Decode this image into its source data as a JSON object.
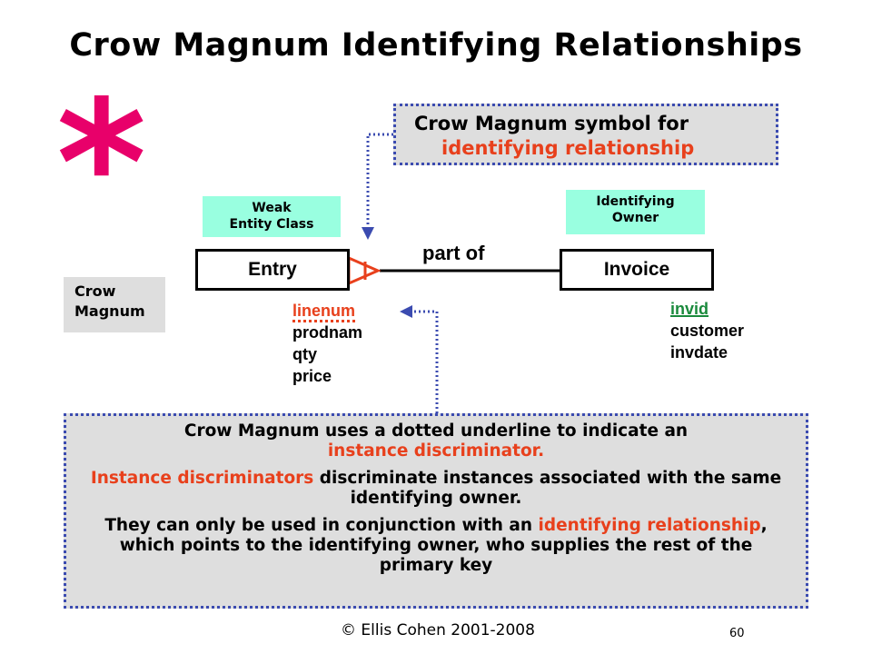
{
  "title": "Crow Magnum Identifying Relationships",
  "star_symbol": "*",
  "callout_top": {
    "line1": "Crow Magnum symbol for",
    "line2": "identifying relationship"
  },
  "tags": {
    "weak_line1": "Weak",
    "weak_line2": "Entity Class",
    "owner_line1": "Identifying",
    "owner_line2": "Owner"
  },
  "entities": {
    "entry": "Entry",
    "invoice": "Invoice"
  },
  "relationship_label": "part of",
  "side_label": {
    "line1": "Crow",
    "line2": "Magnum"
  },
  "entry_attributes": [
    "linenum",
    "prodnam",
    "qty",
    "price"
  ],
  "invoice_attributes": [
    "invid",
    "customer",
    "invdate"
  ],
  "callout_bottom": {
    "p1_a": "Crow Magnum uses a dotted underline to indicate an",
    "p1_b": "instance discriminator.",
    "p2_a": "Instance discriminators",
    "p2_b": " discriminate instances associated with the same identifying owner.",
    "p3_a": "They can only be used in conjunction with an ",
    "p3_b": "identifying relationship",
    "p3_c": ", which points to the identifying owner, who supplies the rest of the primary key"
  },
  "footer": "© Ellis Cohen 2001-2008",
  "page_number": "60",
  "colors": {
    "accent_red": "#e8401c",
    "star_pink": "#e8006a",
    "callout_border_blue": "#3b4bb0",
    "tag_mint": "#99ffe0",
    "primary_key_green": "#1a8a3c",
    "panel_gray": "#dedede"
  }
}
